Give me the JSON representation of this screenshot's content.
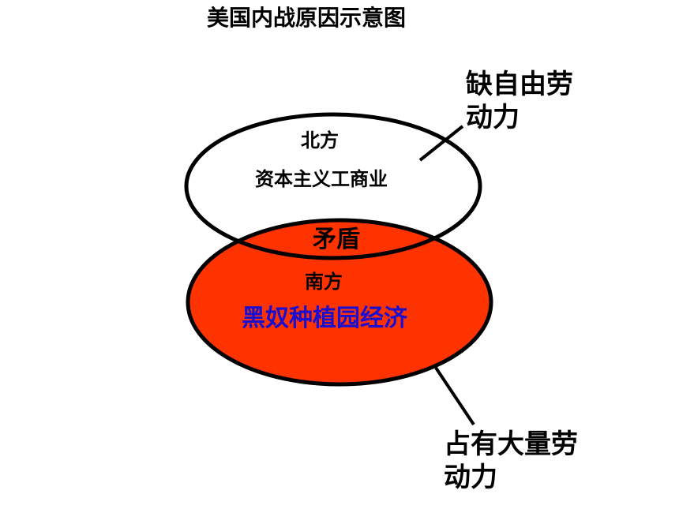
{
  "title": "美国内战原因示意图",
  "north": {
    "name": "北方",
    "economy": "资本主义工商业",
    "note_line1": "缺自由劳",
    "note_line2": "动力"
  },
  "overlap": {
    "label": "矛盾"
  },
  "south": {
    "name": "南方",
    "economy": "黑奴种植园经济",
    "note_line1": "占有大量劳",
    "note_line2": "动力"
  },
  "colors": {
    "south_fill": "#ff3300",
    "south_economy_text": "#1a0fd0",
    "outline": "#000000",
    "north_fill": "#ffffff"
  }
}
